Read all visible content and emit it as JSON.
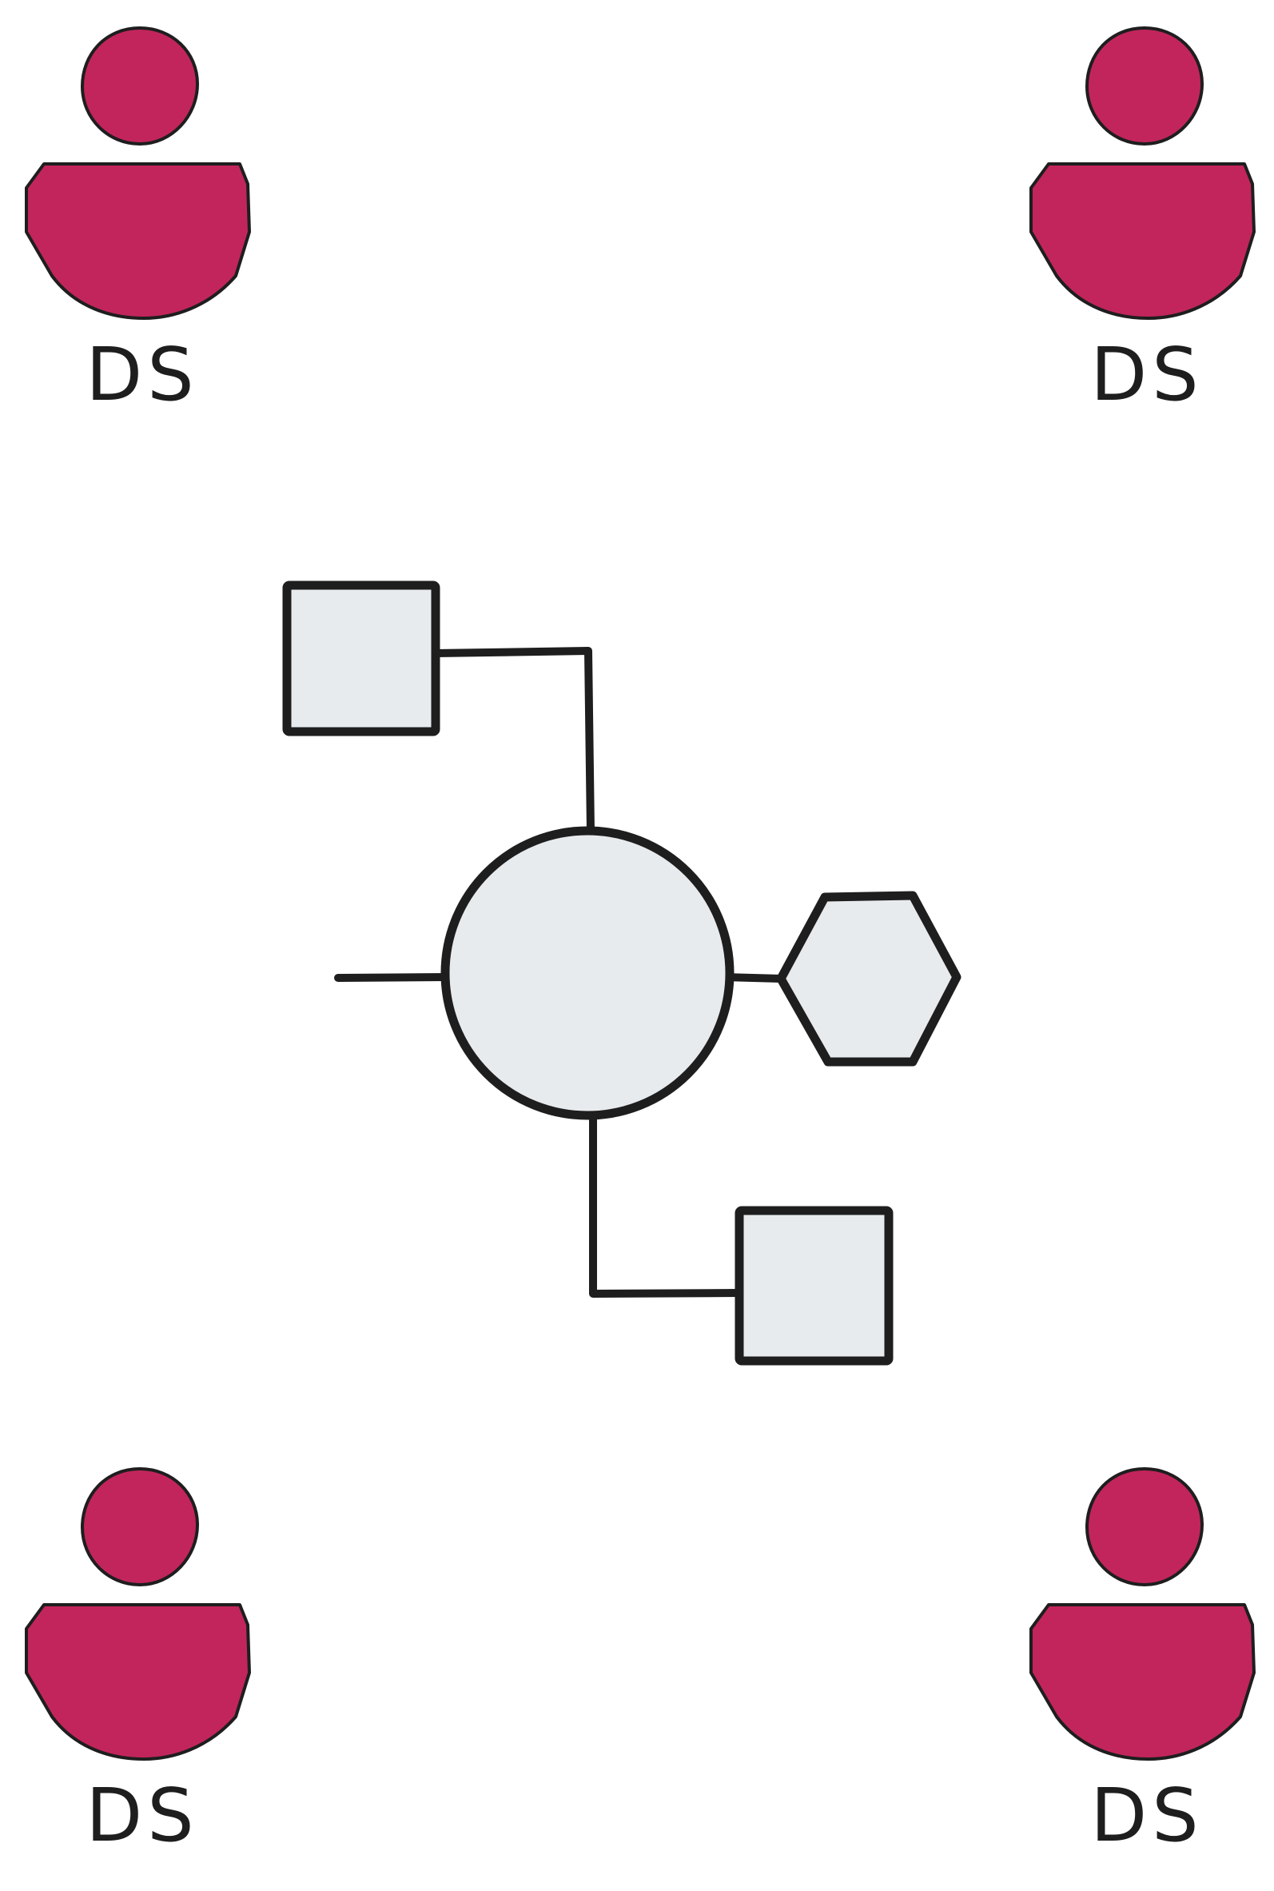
{
  "colors": {
    "person_fill": "#c2255c",
    "node_fill": "#e8ebee",
    "stroke": "#1e1e1e"
  },
  "persons": [
    {
      "label": "DS",
      "position": "top-left"
    },
    {
      "label": "DS",
      "position": "top-right"
    },
    {
      "label": "DS",
      "position": "bottom-left"
    },
    {
      "label": "DS",
      "position": "bottom-right"
    }
  ],
  "nodes": [
    {
      "shape": "circle",
      "role": "central-hub"
    },
    {
      "shape": "square",
      "role": "upper-left-satellite"
    },
    {
      "shape": "hexagon",
      "role": "right-satellite"
    },
    {
      "shape": "square",
      "role": "lower-right-satellite"
    }
  ]
}
